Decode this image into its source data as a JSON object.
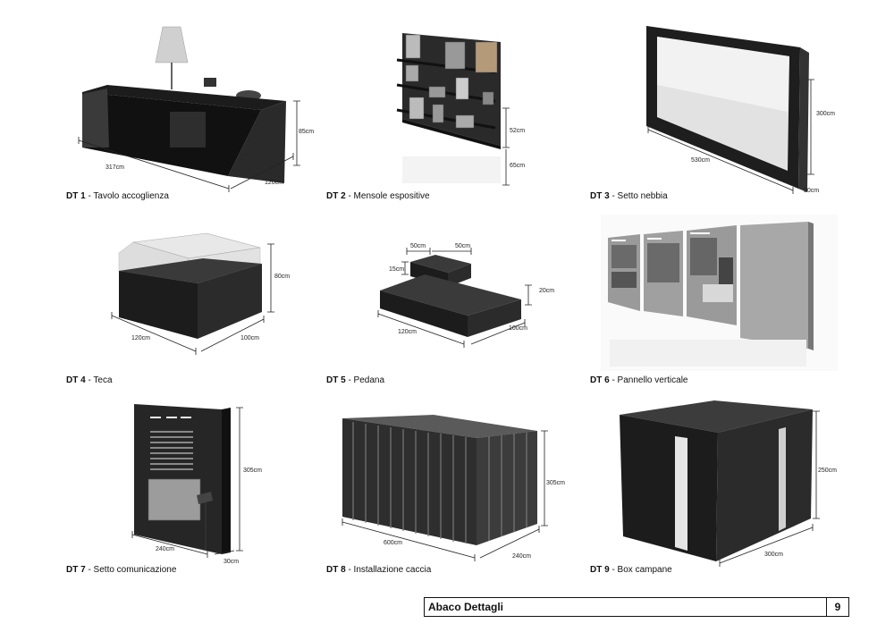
{
  "footer": {
    "title": "Abaco Dettagli",
    "page_number": "9"
  },
  "items": [
    {
      "code": "DT 1",
      "name": " - Tavolo accoglienza",
      "dims": [
        "317cm",
        "120cm",
        "85cm"
      ]
    },
    {
      "code": "DT 2",
      "name": " - Mensole espositive",
      "dims": [
        "52cm",
        "65cm"
      ]
    },
    {
      "code": "DT 3",
      "name": " - Setto nebbia",
      "dims": [
        "530cm",
        "30cm",
        "300cm"
      ]
    },
    {
      "code": "DT 4",
      "name": " - Teca",
      "dims": [
        "120cm",
        "100cm",
        "80cm"
      ]
    },
    {
      "code": "DT 5",
      "name": " - Pedana",
      "dims": [
        "50cm",
        "50cm",
        "15cm",
        "20cm",
        "120cm",
        "100cm"
      ]
    },
    {
      "code": "DT 6",
      "name": " - Pannello verticale",
      "dims": []
    },
    {
      "code": "DT 7",
      "name": " - Setto comunicazione",
      "dims": [
        "240cm",
        "30cm",
        "305cm"
      ]
    },
    {
      "code": "DT 8",
      "name": " - Installazione caccia",
      "dims": [
        "600cm",
        "240cm",
        "305cm"
      ]
    },
    {
      "code": "DT 9",
      "name": " - Box campane",
      "dims": [
        "300cm",
        "250cm"
      ]
    }
  ]
}
